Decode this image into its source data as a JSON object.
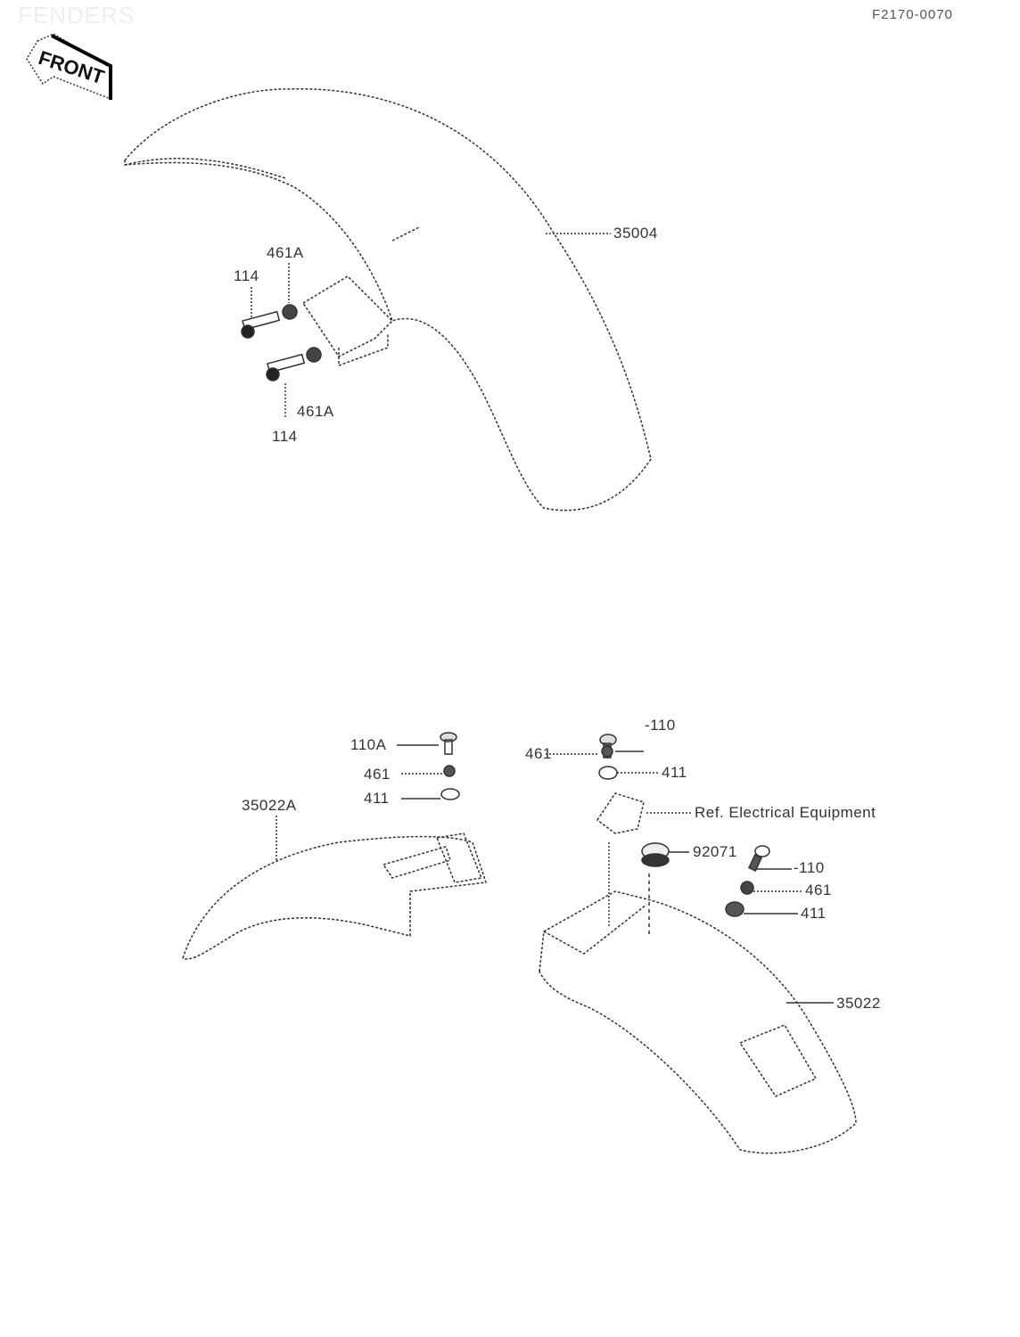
{
  "title": "FENDERS",
  "diagram_code": "F2170-0070",
  "front_arrow": "FRONT",
  "front_fender": {
    "part": "35004",
    "callouts": [
      "461A",
      "114",
      "461A",
      "114"
    ]
  },
  "rear_fender_inner": {
    "part": "35022A",
    "callouts": [
      "110A",
      "461",
      "411"
    ]
  },
  "rear_fender": {
    "part": "35022",
    "callouts": [
      "-110",
      "461",
      "411",
      "92071",
      "-110",
      "461",
      "411"
    ],
    "reference": "Ref. Electrical Equipment"
  }
}
